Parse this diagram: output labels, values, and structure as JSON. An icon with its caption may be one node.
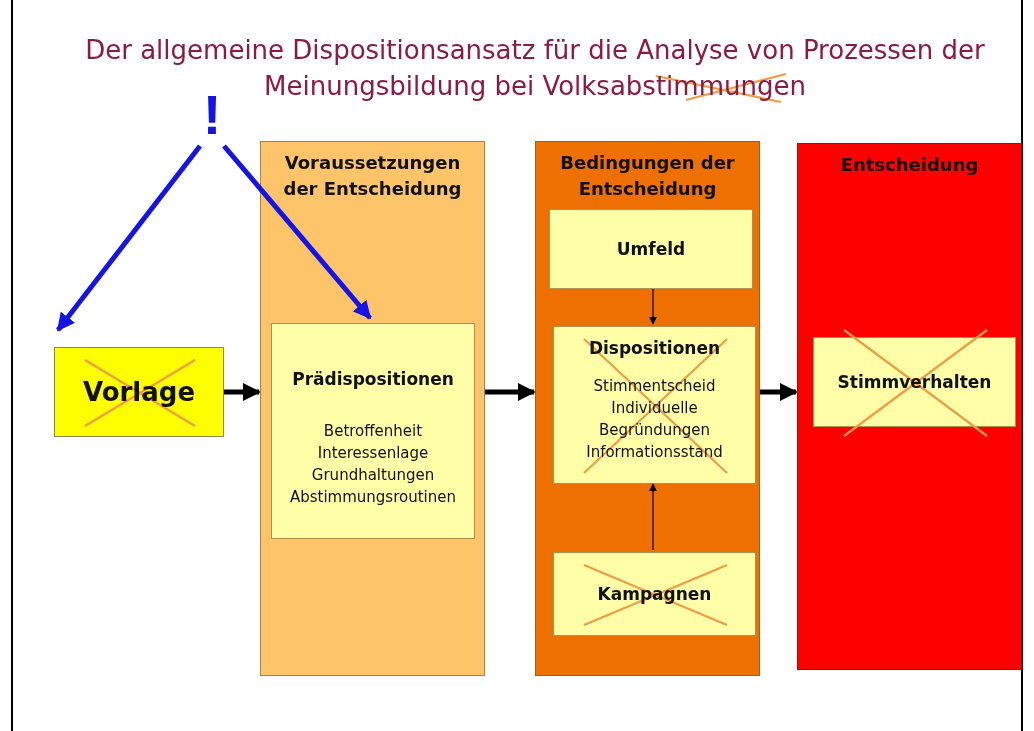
{
  "diagram": {
    "title": "Der allgemeine Dispositionsansatz für die Analyse von Prozessen der Meinungsbildung bei Volksabstimmungen",
    "nodes": [
      {
        "text": [
          "!"
        ]
      },
      {
        "text": [
          "Vorlage"
        ]
      },
      {
        "text": [
          "Voraussetzungen der Entscheidung"
        ]
      },
      {
        "text": [
          "Prädispositionen",
          "Betroffenheit Interessenlage Grundhaltungen Abstimmungsroutinen"
        ],
        "in": 2
      },
      {
        "text": [
          "Bedingungen der Entscheidung"
        ]
      },
      {
        "text": [
          "Umfeld"
        ],
        "in": 4
      },
      {
        "text": [
          "Dispositionen",
          "Stimmentscheid Individuelle Begründungen Informationsstand"
        ],
        "in": 4
      },
      {
        "text": [
          "Kampagnen"
        ],
        "in": 4
      },
      {
        "text": [
          "Entscheidung"
        ]
      },
      {
        "text": [
          "Stimmverhalten"
        ],
        "in": 8
      }
    ],
    "edges": [
      {
        "from": 0,
        "to": 1,
        "arrow": "to",
        "color": "#1414e6"
      },
      {
        "from": 0,
        "to": 3,
        "arrow": "to",
        "color": "#1414e6"
      },
      {
        "from": 1,
        "to": 2,
        "arrow": "to"
      },
      {
        "from": 2,
        "to": 4,
        "arrow": "to"
      },
      {
        "from": 4,
        "to": 8,
        "arrow": "to"
      },
      {
        "from": 5,
        "to": 6,
        "arrow": "to"
      },
      {
        "from": 7,
        "to": 6,
        "arrow": "to"
      }
    ]
  }
}
